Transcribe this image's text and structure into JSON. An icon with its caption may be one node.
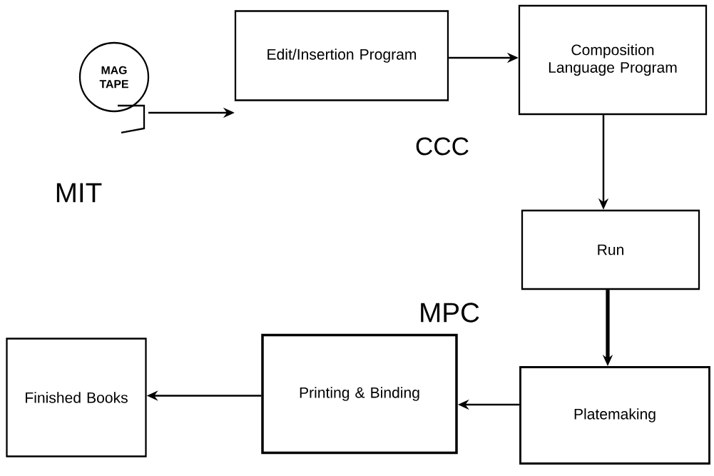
{
  "diagram": {
    "nodes": [
      {
        "text": [
          "MAG TAPE"
        ]
      },
      {
        "text": [
          "Edit/Insertion Program"
        ]
      },
      {
        "text": [
          "Composition Language Program"
        ]
      },
      {
        "text": [
          "Run"
        ]
      },
      {
        "text": [
          "Platemaking"
        ]
      },
      {
        "text": [
          "Printing & Binding"
        ]
      },
      {
        "text": [
          "Finished Books"
        ]
      }
    ],
    "edges": [
      {
        "from": 0,
        "to": 1,
        "arrow": "to"
      },
      {
        "from": 1,
        "to": 2,
        "arrow": "to"
      },
      {
        "from": 2,
        "to": 3,
        "arrow": "to"
      },
      {
        "from": 3,
        "to": 4,
        "arrow": "to",
        "style": "thick"
      },
      {
        "from": 4,
        "to": 5,
        "arrow": "to"
      },
      {
        "from": 5,
        "to": 6,
        "arrow": "to"
      }
    ],
    "labels": [
      "MIT",
      "CCC",
      "MPC"
    ]
  }
}
